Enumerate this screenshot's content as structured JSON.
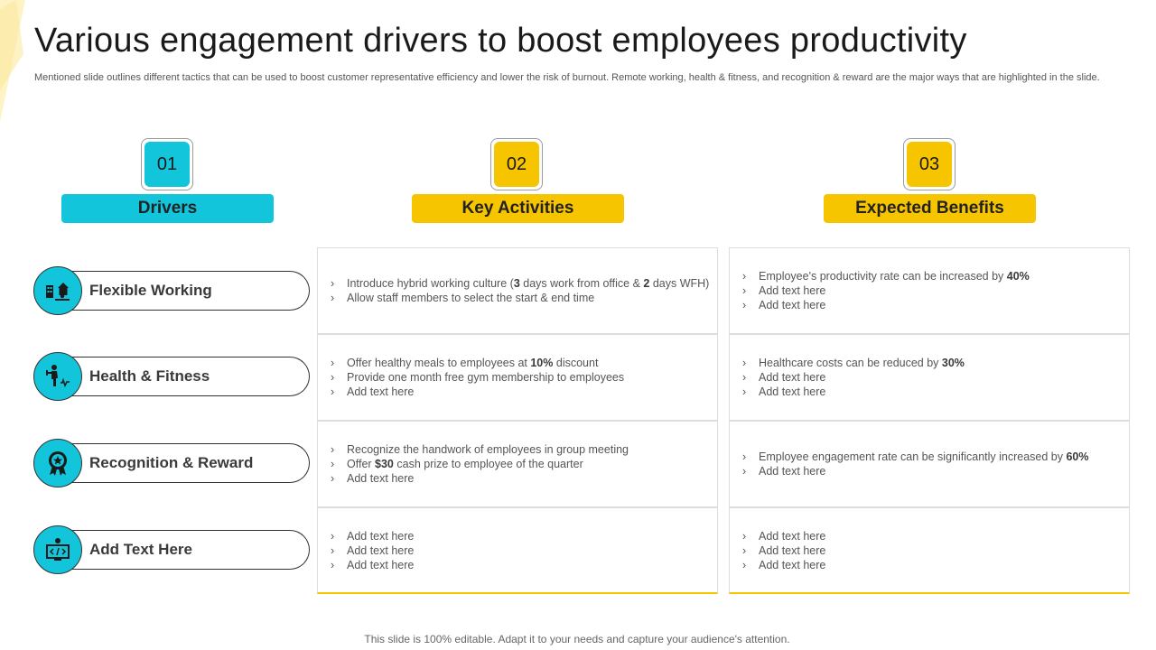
{
  "title": "Various engagement drivers to boost employees productivity",
  "subtitle": "Mentioned slide outlines different tactics that can be used to boost customer representative efficiency and lower the risk of burnout. Remote working, health & fitness, and recognition & reward are the major ways that are highlighted in the slide.",
  "columns": [
    {
      "number": "01",
      "label": "Drivers",
      "color": "#12c5db"
    },
    {
      "number": "02",
      "label": "Key Activities",
      "color": "#f7c400"
    },
    {
      "number": "03",
      "label": "Expected Benefits",
      "color": "#f7c400"
    }
  ],
  "drivers": [
    {
      "label": "Flexible Working",
      "icon": "remote-work-icon"
    },
    {
      "label": "Health & Fitness",
      "icon": "fitness-icon"
    },
    {
      "label": "Recognition & Reward",
      "icon": "award-badge-icon"
    },
    {
      "label": "Add Text Here",
      "icon": "code-monitor-icon"
    }
  ],
  "activities": [
    [
      {
        "pre": "Introduce hybrid working culture (",
        "b1": "3",
        "mid": " days work from office & ",
        "b2": "2",
        "post": " days WFH)"
      },
      {
        "pre": "Allow staff members to select the start & end time",
        "b1": "",
        "mid": "",
        "b2": "",
        "post": ""
      }
    ],
    [
      {
        "pre": "Offer healthy meals to employees at ",
        "b1": "10%",
        "mid": " discount",
        "b2": "",
        "post": ""
      },
      {
        "pre": "Provide one month free gym membership to employees",
        "b1": "",
        "mid": "",
        "b2": "",
        "post": ""
      },
      {
        "pre": "Add text here",
        "b1": "",
        "mid": "",
        "b2": "",
        "post": ""
      }
    ],
    [
      {
        "pre": "Recognize the handwork of employees in group meeting",
        "b1": "",
        "mid": "",
        "b2": "",
        "post": ""
      },
      {
        "pre": "Offer ",
        "b1": "$30",
        "mid": " cash prize to employee of the quarter",
        "b2": "",
        "post": ""
      },
      {
        "pre": "Add text here",
        "b1": "",
        "mid": "",
        "b2": "",
        "post": ""
      }
    ],
    [
      {
        "pre": "Add text here",
        "b1": "",
        "mid": "",
        "b2": "",
        "post": ""
      },
      {
        "pre": "Add text here",
        "b1": "",
        "mid": "",
        "b2": "",
        "post": ""
      },
      {
        "pre": "Add text here",
        "b1": "",
        "mid": "",
        "b2": "",
        "post": ""
      }
    ]
  ],
  "benefits": [
    [
      {
        "pre": "Employee's productivity rate can be increased by ",
        "b1": "40%",
        "mid": "",
        "b2": "",
        "post": ""
      },
      {
        "pre": "Add text here",
        "b1": "",
        "mid": "",
        "b2": "",
        "post": ""
      },
      {
        "pre": "Add text here",
        "b1": "",
        "mid": "",
        "b2": "",
        "post": ""
      }
    ],
    [
      {
        "pre": "Healthcare costs can be reduced by ",
        "b1": "30%",
        "mid": "",
        "b2": "",
        "post": ""
      },
      {
        "pre": "Add text here",
        "b1": "",
        "mid": "",
        "b2": "",
        "post": ""
      },
      {
        "pre": "Add text here",
        "b1": "",
        "mid": "",
        "b2": "",
        "post": ""
      }
    ],
    [
      {
        "pre": "Employee engagement rate can be significantly increased by ",
        "b1": "60%",
        "mid": "",
        "b2": "",
        "post": ""
      },
      {
        "pre": "Add text here",
        "b1": "",
        "mid": "",
        "b2": "",
        "post": ""
      }
    ],
    [
      {
        "pre": "Add text here",
        "b1": "",
        "mid": "",
        "b2": "",
        "post": ""
      },
      {
        "pre": "Add text here",
        "b1": "",
        "mid": "",
        "b2": "",
        "post": ""
      },
      {
        "pre": "Add text here",
        "b1": "",
        "mid": "",
        "b2": "",
        "post": ""
      }
    ]
  ],
  "footer": "This slide is 100% editable. Adapt it to your needs and capture your audience's attention."
}
